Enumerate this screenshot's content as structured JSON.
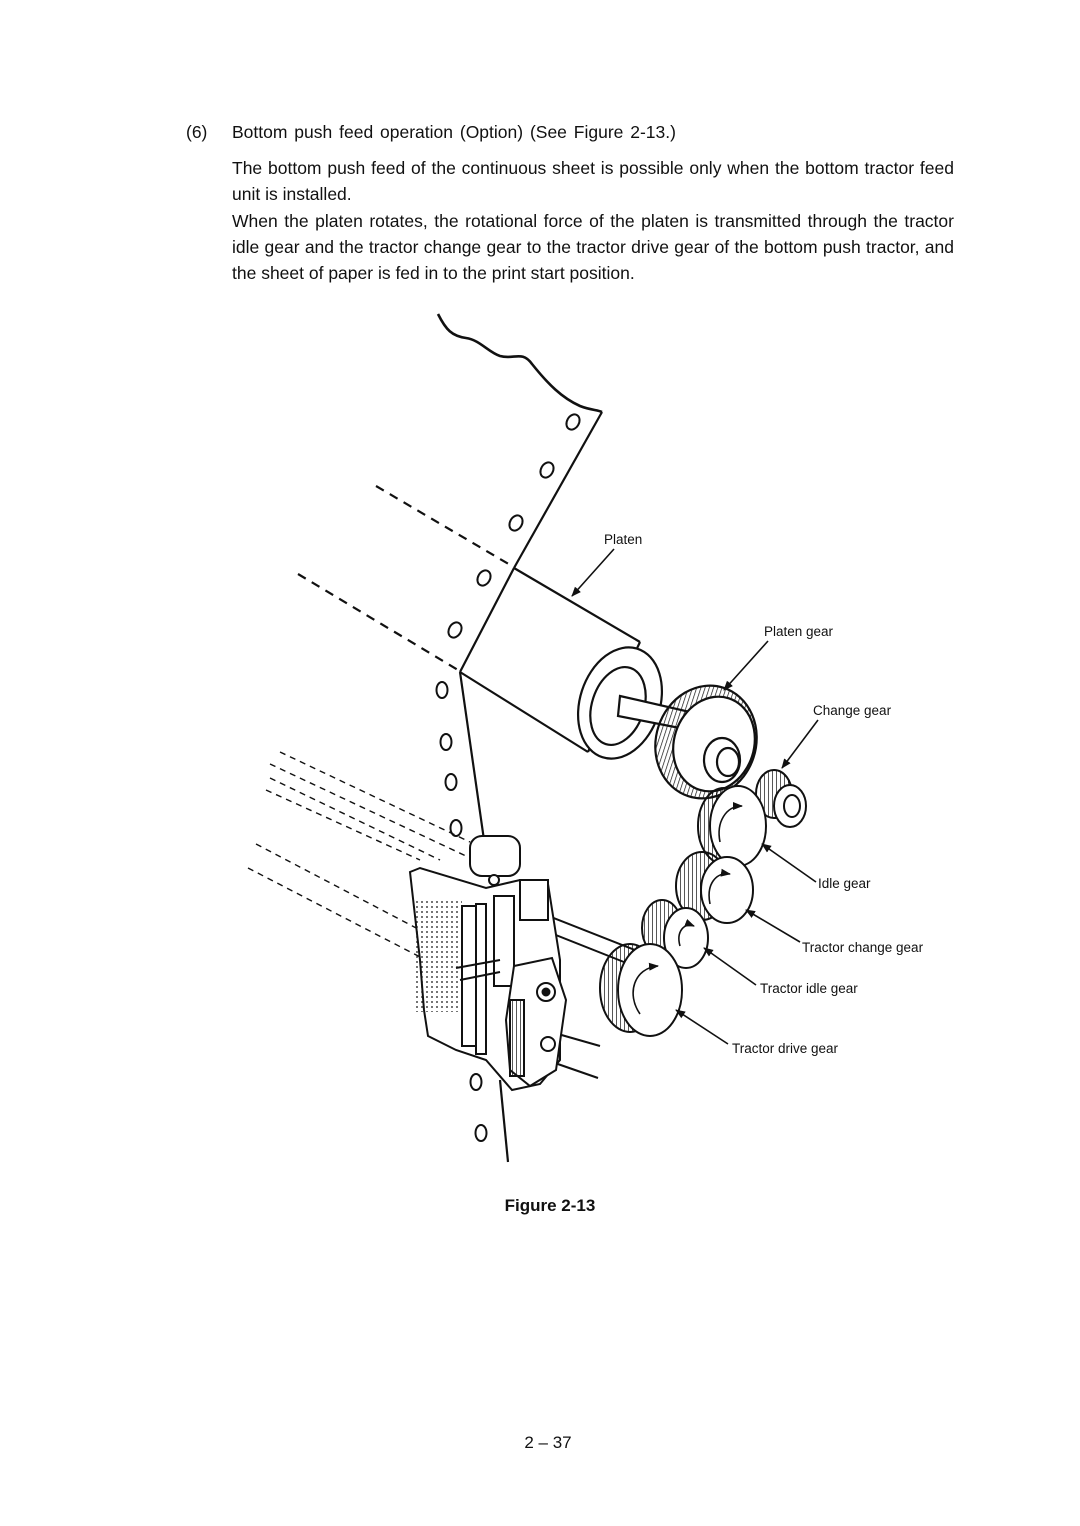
{
  "section": {
    "number": "(6)",
    "title": "Bottom push feed operation (Option) (See Figure 2-13.)"
  },
  "paragraphs": [
    "The bottom push feed of the continuous sheet is possible only when the bottom tractor feed unit is installed.",
    "When the platen rotates, the rotational force of the platen is transmitted through the tractor idle gear and the tractor change gear to the tractor drive gear of the bottom push tractor, and the sheet of paper is fed in to the print start position."
  ],
  "figure": {
    "labels": {
      "platen": "Platen",
      "platen_gear": "Platen gear",
      "change_gear": "Change gear",
      "idle_gear": "Idle gear",
      "tractor_change_gear": "Tractor change gear",
      "tractor_idle_gear": "Tractor idle gear",
      "tractor_drive_gear": "Tractor drive gear"
    },
    "caption": "Figure 2-13"
  },
  "page_number": "2 – 37"
}
